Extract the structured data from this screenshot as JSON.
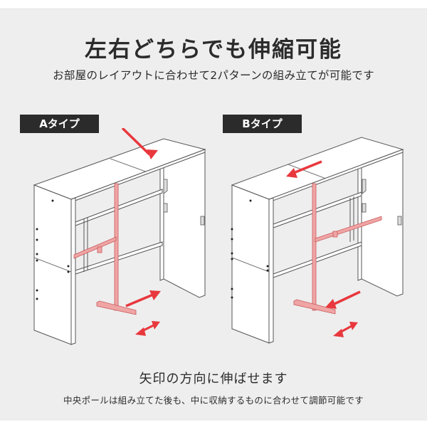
{
  "header": {
    "title": "左右どちらでも伸縮可能",
    "subtitle": "お部屋のレイアウトに合わせて2パターンの組み立てが可能です"
  },
  "types": [
    {
      "label": "Aタイプ",
      "pole_direction": "right",
      "top_arrow": "right",
      "base_arrow": "right"
    },
    {
      "label": "Bタイプ",
      "pole_direction": "left",
      "top_arrow": "left",
      "base_arrow": "left"
    }
  ],
  "footer": {
    "title": "矢印の方向に伸ばせます",
    "note": "中央ポールは組み立てた後も、中に収納するものに合わせて調節可能です"
  },
  "colors": {
    "background": "#eeeeee",
    "label_bg": "#2b2b2b",
    "label_text": "#ffffff",
    "arrow": "#e8383d",
    "pole": "#f0a5a5",
    "pole_outline": "#c85a5a",
    "line": "#555555"
  }
}
